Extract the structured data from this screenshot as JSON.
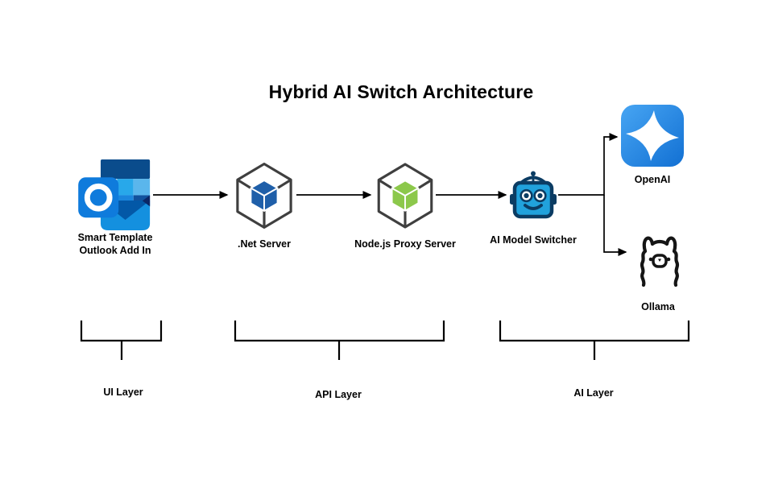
{
  "title": "Hybrid AI Switch Architecture",
  "nodes": {
    "outlook": {
      "label": "Smart Template\nOutlook Add In",
      "icon": "outlook-logo"
    },
    "dotnet": {
      "label": ".Net Server",
      "icon": "hexagon-cube-blue"
    },
    "nodejs": {
      "label": "Node.js Proxy Server",
      "icon": "hexagon-cube-green"
    },
    "switcher": {
      "label": "AI Model Switcher",
      "icon": "robot-head"
    },
    "openai": {
      "label": "OpenAI",
      "icon": "sparkle-badge"
    },
    "ollama": {
      "label": "Ollama",
      "icon": "llama-head"
    }
  },
  "layers": {
    "ui": {
      "label": "UI Layer"
    },
    "api": {
      "label": "API Layer"
    },
    "ai": {
      "label": "AI Layer"
    }
  },
  "colors": {
    "line": "#000000",
    "hexagon_outline": "#3F3F3F",
    "dotnet_blue": "#1F5FA9",
    "nodejs_green": "#8CC84B",
    "robot_fill": "#21A2DC",
    "robot_outline": "#0B3C63",
    "openai_blue_light": "#47A5F3",
    "openai_blue_dark": "#1270D3",
    "outlook_dark_band": "#0A4C8C",
    "outlook_tile": "#0F7BDC",
    "outlook_checker_1": "#28A8EA",
    "outlook_checker_2": "#5AB6EC",
    "outlook_checker_3": "#1B86DD",
    "outlook_checker_4": "#11529E",
    "outlook_envelope": "#1490DF",
    "outlook_fold": "#0358A7",
    "outlook_tip": "#0A2767",
    "llama_stroke": "#151515"
  }
}
